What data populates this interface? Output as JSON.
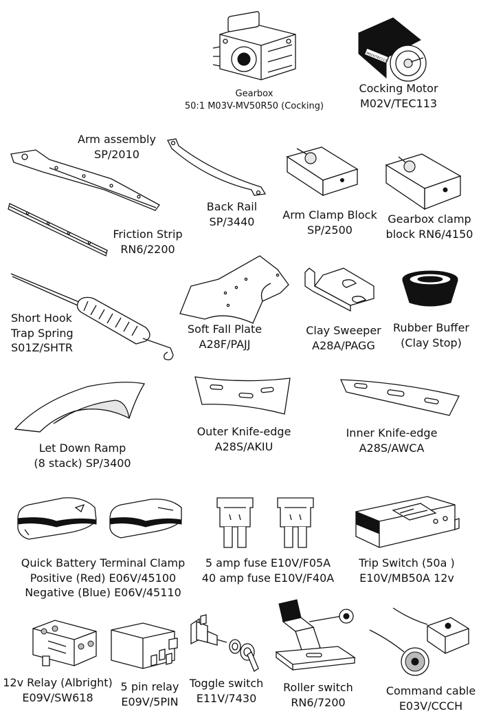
{
  "parts": {
    "gearbox": {
      "name": "Gearbox",
      "code": "50:1 M03V-MV50R50 (Cocking)"
    },
    "cocking_motor": {
      "name": "Cocking Motor",
      "code": "M02V/TEC113"
    },
    "arm_assembly": {
      "name": "Arm assembly",
      "code": "SP/2010"
    },
    "friction_strip": {
      "name": "Friction Strip",
      "code": "RN6/2200"
    },
    "back_rail": {
      "name": "Back Rail",
      "code": "SP/3440"
    },
    "arm_clamp_block": {
      "name": "Arm Clamp Block",
      "code": "SP/2500"
    },
    "gearbox_clamp_block": {
      "name": "Gearbox clamp",
      "code": "block  RN6/4150"
    },
    "trap_spring": {
      "line1": "Short Hook",
      "line2": "Trap Spring",
      "code": "S01Z/SHTR"
    },
    "soft_fall_plate": {
      "name": "Soft Fall Plate",
      "code": "A28F/PAJJ"
    },
    "clay_sweeper": {
      "name": "Clay Sweeper",
      "code": "A28A/PAGG"
    },
    "rubber_buffer": {
      "name": "Rubber Buffer",
      "code": "(Clay Stop)"
    },
    "let_down_ramp": {
      "name": "Let Down Ramp",
      "code": "(8 stack) SP/3400"
    },
    "outer_knife_edge": {
      "name": "Outer Knife-edge",
      "code": "A28S/AKIU"
    },
    "inner_knife_edge": {
      "name": "Inner Knife-edge",
      "code": "A28S/AWCA"
    },
    "battery_clamp": {
      "line1": "Quick Battery Terminal Clamp",
      "line2": "Positive (Red) E06V/45100",
      "line3": "Negative (Blue) E06V/45110"
    },
    "fuses": {
      "line1": "5 amp fuse E10V/F05A",
      "line2": "40 amp fuse E10V/F40A"
    },
    "trip_switch": {
      "name": "Trip Switch (50a )",
      "code": "E10V/MB50A 12v"
    },
    "relay_albright": {
      "name": "12v Relay (Albright)",
      "code": "E09V/SW618"
    },
    "relay_5pin": {
      "name": "5 pin relay",
      "code": "E09V/5PIN"
    },
    "toggle_switch": {
      "name": "Toggle switch",
      "code": "E11V/7430"
    },
    "roller_switch": {
      "name": "Roller switch",
      "code": "RN6/7200"
    },
    "command_cable": {
      "name": "Command cable",
      "code": "E03V/CCCH"
    }
  },
  "motor_label_text": "M02V/TEC113"
}
